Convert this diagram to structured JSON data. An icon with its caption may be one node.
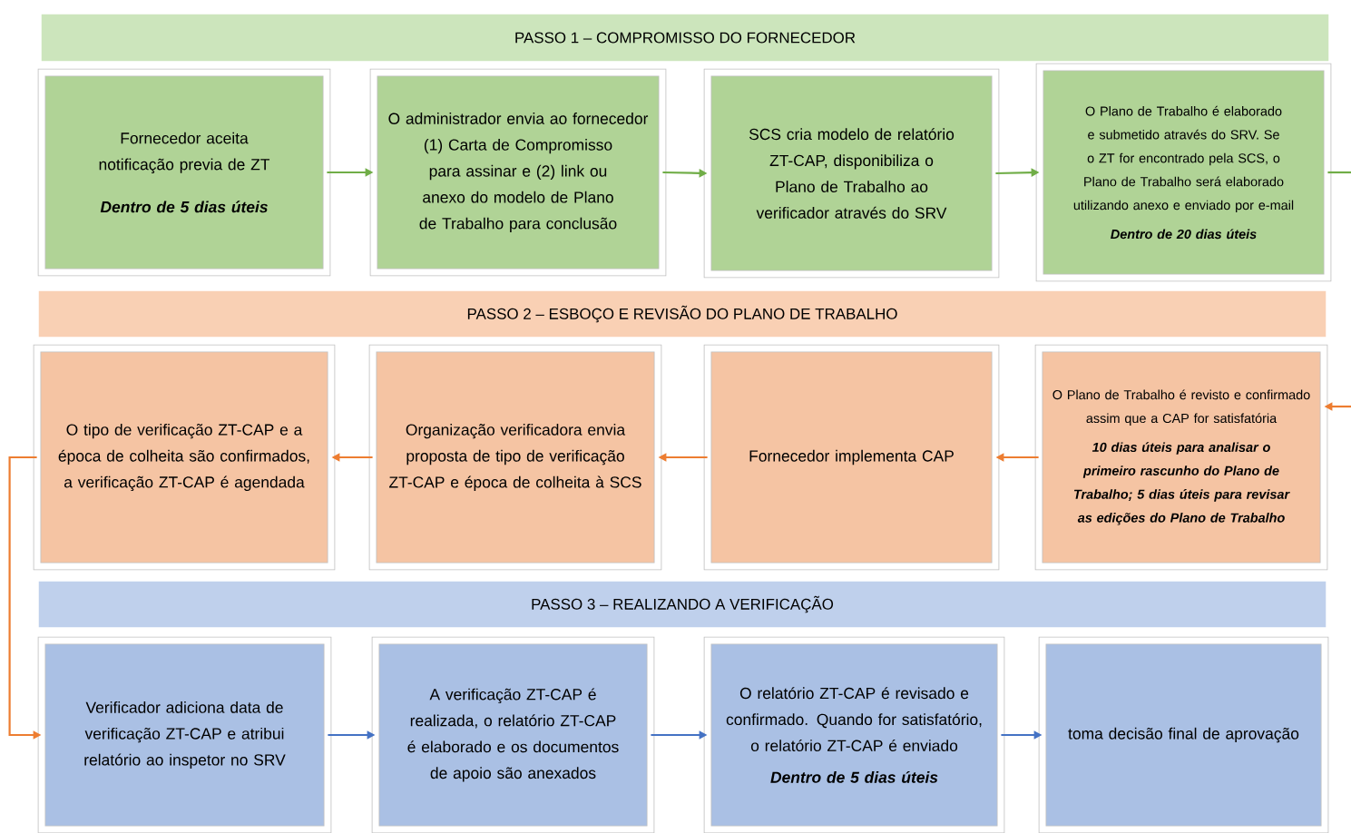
{
  "diagram": {
    "nodes": [
      {
        "text": [
          "PASSO 1 – COMPROMISSO DO FORNECEDOR"
        ]
      },
      {
        "text": [
          "Fornecedor aceita notificação previa de ZT",
          "Dentro de 5 dias úteis"
        ]
      },
      {
        "text": [
          "O administrador envia ao fornecedor (1) Carta de Compromisso para assinar e (2) link ou anexo do modelo de Plano de Trabalho para conclusão"
        ]
      },
      {
        "text": [
          "SCS cria modelo de relatório ZT-CAP, disponibiliza o Plano de Trabalho ao verificador através do SRV"
        ]
      },
      {
        "text": [
          "O Plano de Trabalho é elaborado e submetido através do SRV. Se o ZT for encontrado pela SCS, o Plano de Trabalho será elaborado utilizando anexo e enviado por e-mail",
          "Dentro de 20 dias úteis"
        ]
      },
      {
        "text": [
          "PASSO 2 – ESBOÇO E REVISÃO DO PLANO DE TRABALHO"
        ]
      },
      {
        "text": [
          "O tipo de verificação ZT-CAP e a época de colheita são confirmados, a verificação ZT-CAP é agendada"
        ]
      },
      {
        "text": [
          "Organização verificadora envia proposta de tipo de verificação ZT-CAP e época de colheita à SCS"
        ]
      },
      {
        "text": [
          "Fornecedor implementa CAP"
        ]
      },
      {
        "text": [
          "O Plano de Trabalho é revisto e confirmado assim que a CAP for satisfatória",
          "10 dias úteis para analisar o primeiro rascunho do Plano de Trabalho; 5 dias úteis para revisar as edições do Plano de Trabalho"
        ]
      },
      {
        "text": [
          "PASSO 3 – REALIZANDO A VERIFICAÇÃO"
        ]
      },
      {
        "text": [
          "Verificador adiciona data de verificação ZT-CAP e atribui relatório ao inspetor no SRV"
        ]
      },
      {
        "text": [
          "A verificação ZT-CAP é realizada, o relatório ZT-CAP é elaborado e os documentos de apoio são anexados"
        ]
      },
      {
        "text": [
          "O relatório ZT-CAP é revisado e confirmado. Quando for satisfatório, o relatório ZT-CAP é enviado",
          "Dentro de 5 dias úteis"
        ]
      },
      {
        "text": [
          "toma decisão final de aprovação"
        ]
      }
    ],
    "edges": [
      {
        "from": 1,
        "to": 2,
        "arrow": "to",
        "color": "#70ad47"
      },
      {
        "from": 2,
        "to": 3,
        "arrow": "to",
        "color": "#70ad47"
      },
      {
        "from": 3,
        "to": 4,
        "arrow": "to",
        "color": "#70ad47"
      },
      {
        "from": 4,
        "to": null,
        "arrow": "none",
        "color": "#70ad47"
      },
      {
        "from": null,
        "to": 9,
        "arrow": "to",
        "color": "#ed7d31"
      },
      {
        "from": 9,
        "to": 8,
        "arrow": "to",
        "color": "#ed7d31"
      },
      {
        "from": 8,
        "to": 7,
        "arrow": "to",
        "color": "#ed7d31"
      },
      {
        "from": 7,
        "to": 6,
        "arrow": "to",
        "color": "#ed7d31"
      },
      {
        "from": 6,
        "to": 11,
        "arrow": "to",
        "color": "#ed7d31"
      },
      {
        "from": 11,
        "to": 12,
        "arrow": "to",
        "color": "#4472c4"
      },
      {
        "from": 12,
        "to": 13,
        "arrow": "to",
        "color": "#4472c4"
      },
      {
        "from": 13,
        "to": 14,
        "arrow": "to",
        "color": "#4472c4"
      }
    ]
  }
}
